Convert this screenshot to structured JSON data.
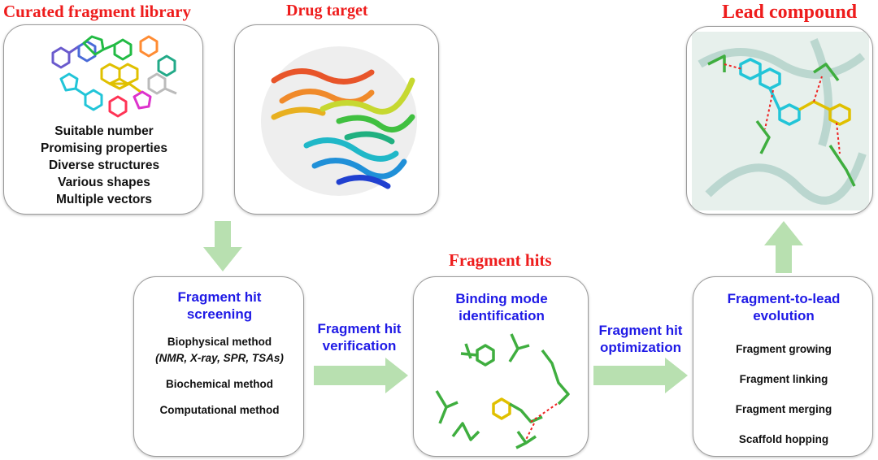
{
  "titles": {
    "library": "Curated fragment library",
    "target": "Drug target",
    "lead": "Lead compound",
    "hits": "Fragment hits"
  },
  "library_props": [
    "Suitable number",
    "Promising properties",
    "Diverse structures",
    "Various shapes",
    "Multiple vectors"
  ],
  "screening": {
    "title_l1": "Fragment hit",
    "title_l2": "screening",
    "method1": "Biophysical method",
    "method1_detail": "(NMR, X-ray, SPR, TSAs)",
    "method2": "Biochemical method",
    "method3": "Computational method"
  },
  "verification": {
    "l1": "Fragment hit",
    "l2": "verification"
  },
  "binding": {
    "l1": "Binding mode",
    "l2": "identification"
  },
  "optimization": {
    "l1": "Fragment hit",
    "l2": "optimization"
  },
  "evolution": {
    "title_l1": "Fragment-to-lead",
    "title_l2": "evolution",
    "strategies": [
      "Fragment growing",
      "Fragment linking",
      "Fragment merging",
      "Scaffold hopping"
    ]
  },
  "colors": {
    "title_red": "#ee1c1c",
    "label_blue": "#1f1ae6",
    "arrow_green": "#b8e0b0",
    "carbon_green": "#3fae3f"
  }
}
